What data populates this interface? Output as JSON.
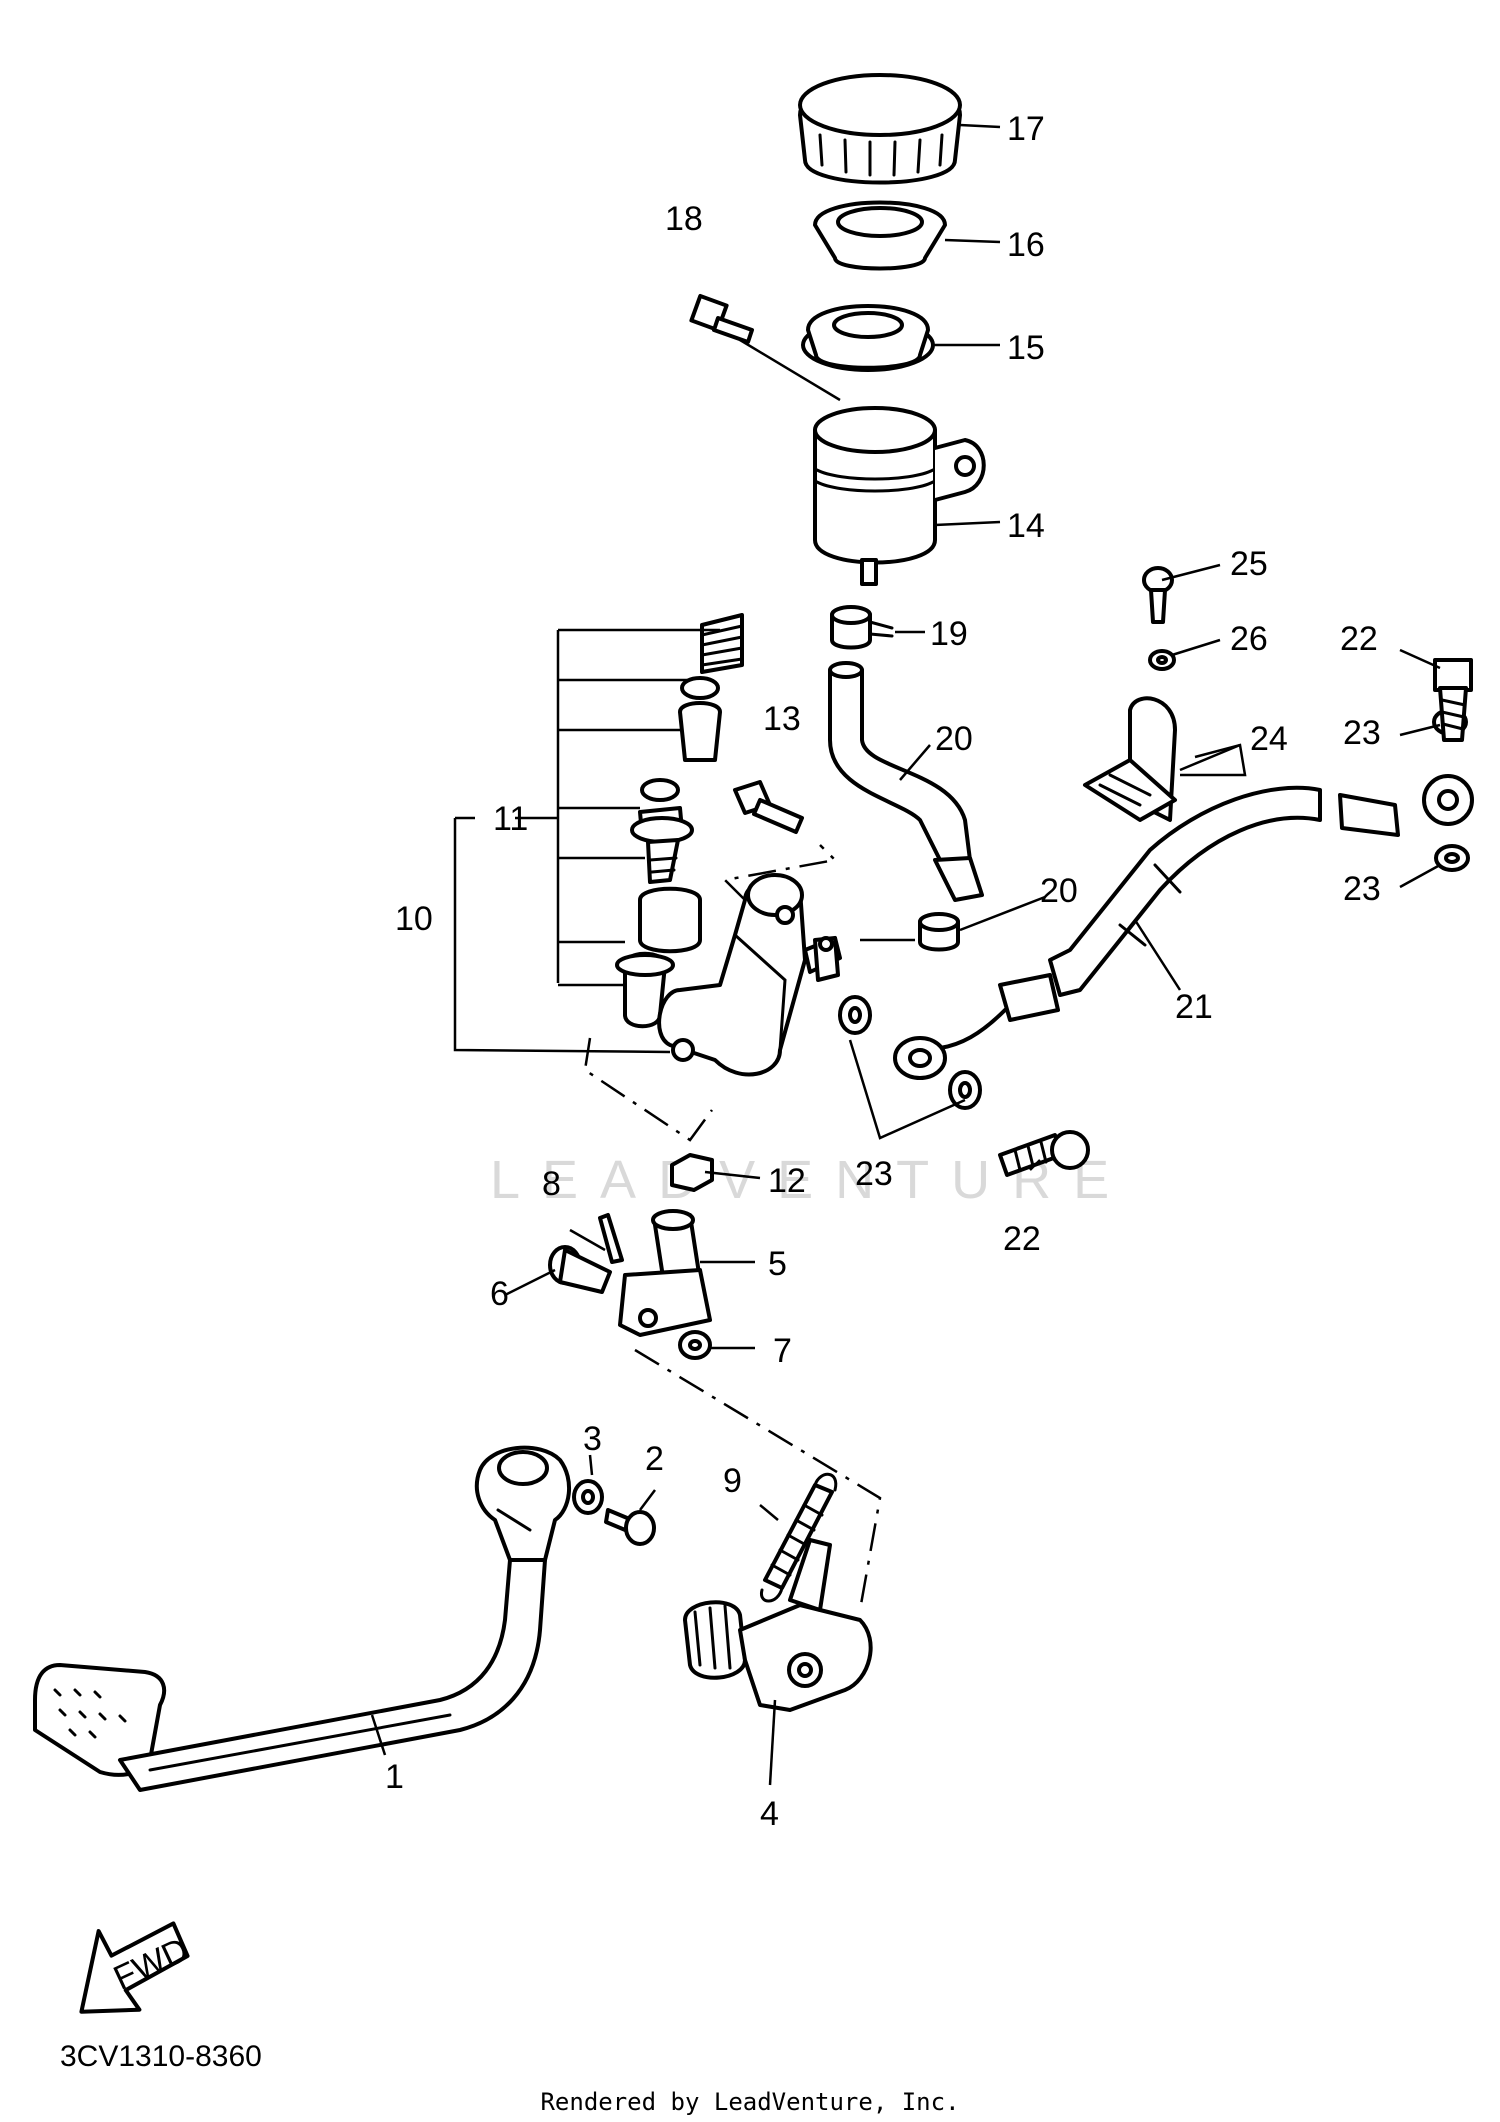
{
  "diagram": {
    "part_numbers": [
      "1",
      "2",
      "3",
      "4",
      "5",
      "6",
      "7",
      "8",
      "9",
      "10",
      "11",
      "12",
      "13",
      "14",
      "15",
      "16",
      "17",
      "18",
      "19",
      "20",
      "20",
      "21",
      "22",
      "22",
      "23",
      "23",
      "23",
      "24",
      "25",
      "26"
    ],
    "fwd_label": "FWD",
    "watermark": "LEADVENTURE",
    "diagram_code": "3CV1310-8360",
    "credit": "Rendered by LeadVenture, Inc."
  },
  "colors": {
    "ink": "#000000",
    "paper": "#ffffff",
    "watermark": "#d9d9d9"
  }
}
